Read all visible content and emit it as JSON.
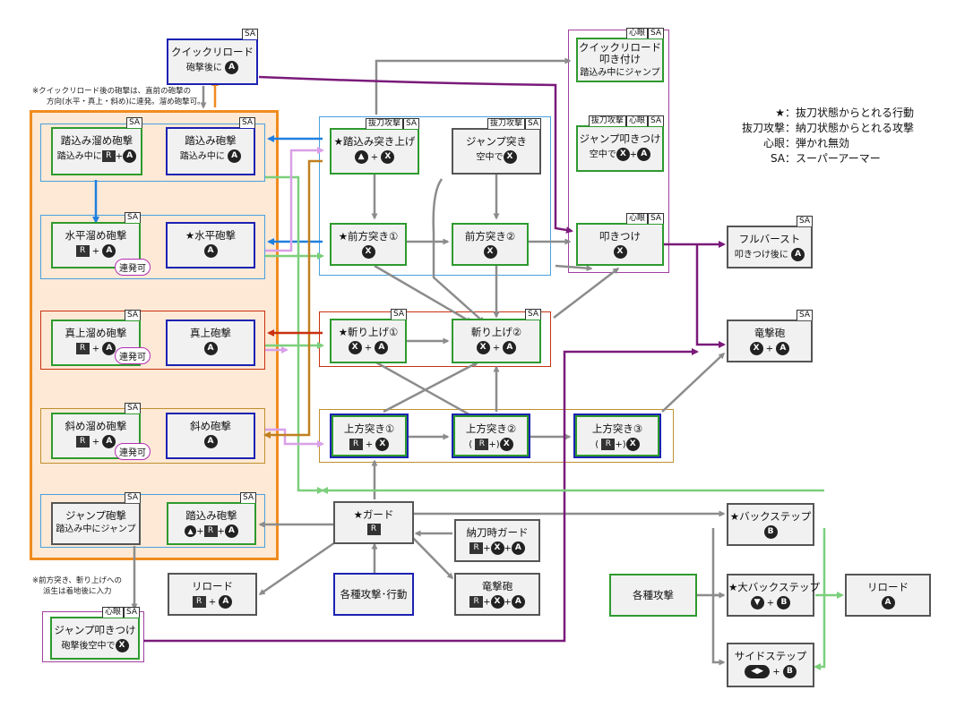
{
  "legend": {
    "star": {
      "key": "★",
      "desc": "抜刀状態からとれる行動"
    },
    "batto": {
      "key": "抜刀攻撃",
      "desc": "納刀状態からとれる攻撃"
    },
    "shingan": {
      "key": "心眼",
      "desc": "弾かれ無効"
    },
    "sa": {
      "key": "SA",
      "desc": "スーパーアーマー"
    }
  },
  "notes": {
    "reload_note_1": "※クイックリロード後の砲撃は、直前の砲撃の",
    "reload_note_2": "方向(水平・真上・斜め)に連発。溜め砲撃可。",
    "derive_note_1": "※前方突き、斬り上げへの",
    "derive_note_2": "派生は着地後に入力"
  },
  "tags": {
    "sa": "SA",
    "batto": "抜刀攻撃",
    "shingan": "心眼"
  },
  "symbols": {
    "plus": "+",
    "lparen": "(",
    "rparen": ")",
    "rapid": "連発可"
  },
  "buttons": {
    "a": "A",
    "x": "X",
    "b": "B",
    "r": "R",
    "up": "▲",
    "down": "▼",
    "side": "◀▶"
  },
  "nodes": {
    "quick_reload": {
      "title": "クイックリロード",
      "sub": "砲撃後に"
    },
    "fumikomi_tame": {
      "title": "踏込み溜め砲撃",
      "sub": "踏込み中に"
    },
    "fumikomi_hogeki": {
      "title": "踏込み砲撃",
      "sub": "踏込み中に"
    },
    "suihei_tame": {
      "title": "水平溜め砲撃"
    },
    "suihei": {
      "title": "★水平砲撃"
    },
    "shinjo_tame": {
      "title": "真上溜め砲撃"
    },
    "shinjo": {
      "title": "真上砲撃"
    },
    "naname_tame": {
      "title": "斜め溜め砲撃"
    },
    "naname": {
      "title": "斜め砲撃"
    },
    "jump_hogeki": {
      "title": "ジャンプ砲撃",
      "sub": "踏込み中にジャンプ"
    },
    "fumikomi_hogeki2": {
      "title": "踏込み砲撃"
    },
    "fumikomi_tsuki": {
      "title": "★踏込み突き上げ"
    },
    "jump_tsuki": {
      "title": "ジャンプ突き",
      "sub": "空中で"
    },
    "zenpo1": {
      "title": "★前方突き①"
    },
    "zenpo2": {
      "title": "前方突き②"
    },
    "kiriage1": {
      "title": "★斬り上げ①"
    },
    "kiriage2": {
      "title": "斬り上げ②"
    },
    "joho1": {
      "title": "上方突き①"
    },
    "joho2": {
      "title": "上方突き②"
    },
    "joho3": {
      "title": "上方突き③"
    },
    "qr_tatakitsuke": {
      "title": "クイックリロード",
      "title2": "叩き付け",
      "sub": "踏込み中にジャンプ"
    },
    "jump_tatakitsuke": {
      "title": "ジャンプ叩きつけ",
      "sub": "空中で"
    },
    "tatakitsuke": {
      "title": "叩きつけ"
    },
    "full_burst": {
      "title": "フルバースト",
      "sub": "叩きつけ後に"
    },
    "ryugekiho": {
      "title": "竜撃砲"
    },
    "guard": {
      "title": "★ガード"
    },
    "noto_guard": {
      "title": "納刀時ガード"
    },
    "ryugekiho2": {
      "title": "竜撃砲"
    },
    "kakushu": {
      "title": "各種攻撃･行動"
    },
    "reload": {
      "title": "リロード"
    },
    "jump_tatakitsuke2": {
      "title": "ジャンプ叩きつけ",
      "sub": "砲撃後空中で"
    },
    "backstep": {
      "title": "★バックステップ"
    },
    "kakushu2": {
      "title": "各種攻撃"
    },
    "dai_backstep": {
      "title": "★大バックステップ"
    },
    "side_step": {
      "title": "サイドステップ"
    },
    "reload2": {
      "title": "リロード"
    }
  },
  "colors": {
    "gray": "#8c8c8c",
    "blue": "#1e7fe0",
    "orange": "#f08c1e",
    "purple": "#7a1a7a",
    "green": "#7ccf7c",
    "pink": "#d9a0e8",
    "brown": "#c08020",
    "red": "#c83010",
    "zone_orange": "#f08c1e",
    "zone_fill": "#fde9d5"
  }
}
